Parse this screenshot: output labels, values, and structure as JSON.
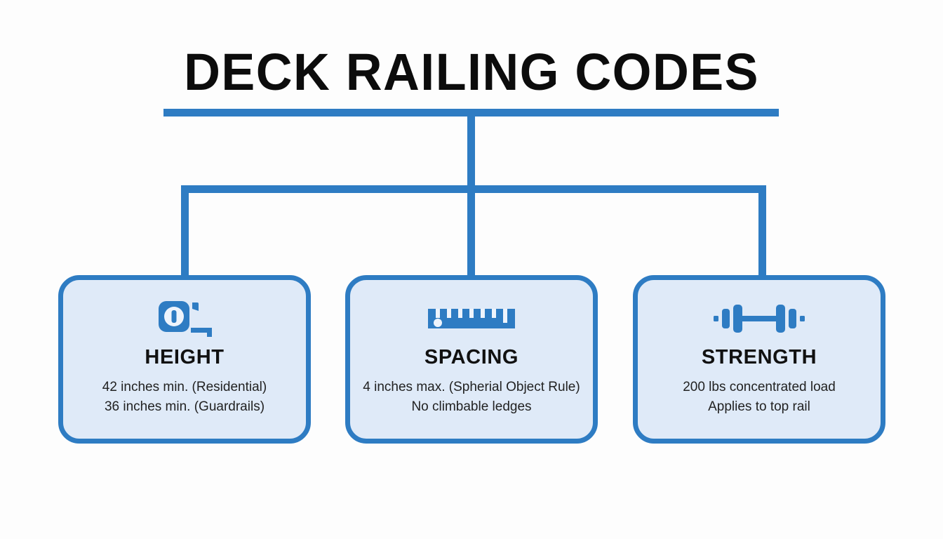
{
  "header": {
    "title": "DECK RAILING CODES",
    "underline_color": "#2e7cc3"
  },
  "theme": {
    "accent": "#2e7cc3",
    "card_fill": "#dfeaf8",
    "background": "#fdfdfd",
    "title_color": "#0c0c0c"
  },
  "diagram": {
    "type": "tree",
    "root": "DECK RAILING CODES",
    "branch_count": 3,
    "connector_color": "#2e7cc3"
  },
  "cards": [
    {
      "icon": "tape-measure-icon",
      "title": "HEIGHT",
      "lines": [
        "42 inches min. (Residential)",
        "36 inches min. (Guardrails)"
      ]
    },
    {
      "icon": "ruler-icon",
      "title": "SPACING",
      "lines": [
        "4 inches max. (Spherial Object Rule)",
        "No climbable ledges"
      ]
    },
    {
      "icon": "dumbbell-icon",
      "title": "STRENGTH",
      "lines": [
        "200 lbs concentrated load",
        "Applies to top rail"
      ]
    }
  ]
}
